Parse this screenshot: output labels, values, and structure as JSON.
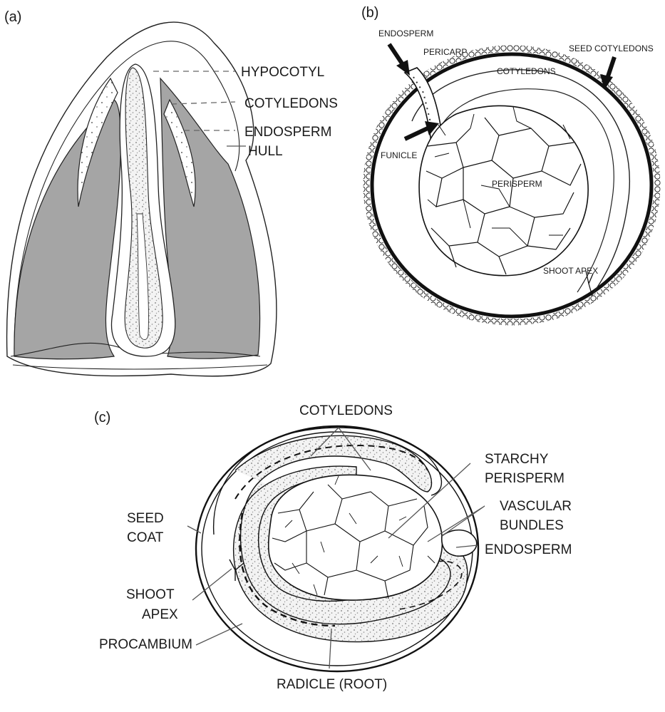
{
  "panel_a": {
    "tag": "(a)",
    "labels": {
      "hypocotyl": "HYPOCOTYL",
      "cotyledons": "COTYLEDONS",
      "endosperm": "ENDOSPERM",
      "hull": "HULL"
    }
  },
  "panel_b": {
    "tag": "(b)",
    "labels": {
      "endosperm": "ENDOSPERM",
      "pericarp": "PERICARP",
      "seed_cotyledons": "SEED COTYLEDONS",
      "cotyledons": "COTYLEDONS",
      "funicle": "FUNICLE",
      "perisperm": "PERISPERM",
      "shoot_apex": "SHOOT APEX"
    }
  },
  "panel_c": {
    "tag": "(c)",
    "labels": {
      "cotyledons": "COTYLEDONS",
      "starchy_1": "STARCHY",
      "starchy_2": "PERISPERM",
      "vascular_1": "VASCULAR",
      "vascular_2": "BUNDLES",
      "seed_coat_1": "SEED",
      "seed_coat_2": "COAT",
      "endosperm": "ENDOSPERM",
      "shoot_apex_1": "SHOOT",
      "shoot_apex_2": "APEX",
      "procambium": "PROCAMBIUM",
      "radicle": "RADICLE (ROOT)"
    }
  },
  "colors": {
    "hull_fill": "#a5a5a5",
    "ink": "#111111",
    "stipple": "#8a8a8a"
  }
}
